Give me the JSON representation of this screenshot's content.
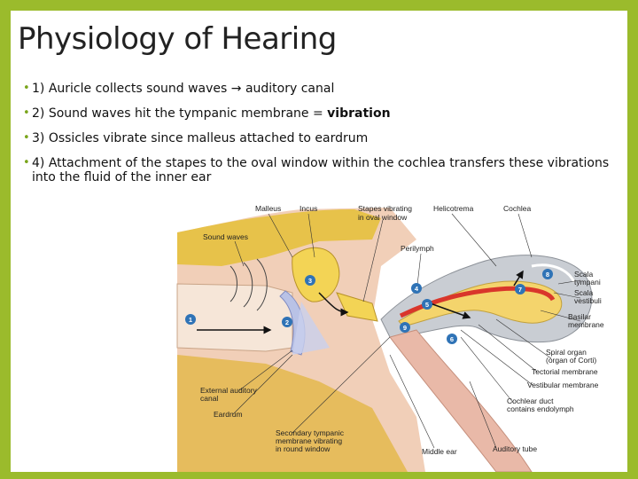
{
  "slide": {
    "title": "Physiology of Hearing",
    "bullets": [
      {
        "pre": "1) Auricle collects sound waves ",
        "arrow": "→",
        "post": " auditory canal"
      },
      {
        "pre": "2) Sound waves hit the tympanic membrane = ",
        "strong": "vibration"
      },
      {
        "pre": "3) Ossicles vibrate since malleus attached to eardrum"
      },
      {
        "pre": "4) Attachment of the stapes to the oval window within the cochlea transfers these vibrations into the fluid of the inner ear"
      }
    ]
  },
  "diagram": {
    "labels": {
      "malleus": "Malleus",
      "incus": "Incus",
      "stapes_1": "Stapes vibrating",
      "stapes_2": "in oval window",
      "helicotrema": "Helicotrema",
      "cochlea": "Cochlea",
      "sound_waves": "Sound waves",
      "perilymph": "Perilymph",
      "scala_tympani_1": "Scala",
      "scala_tympani_2": "tympani",
      "scala_vestibuli_1": "Scala",
      "scala_vestibuli_2": "vestibuli",
      "basilar_1": "Basilar",
      "basilar_2": "membrane",
      "spiral_1": "Spiral organ",
      "spiral_2": "(organ of Corti)",
      "tectorial": "Tectorial membrane",
      "vestibular": "Vestibular membrane",
      "external_1": "External auditory",
      "external_2": "canal",
      "eardrum": "Eardrum",
      "cochlear_duct_1": "Cochlear duct",
      "cochlear_duct_2": "contains endolymph",
      "secondary_1": "Secondary tympanic",
      "secondary_2": "membrane vibrating",
      "secondary_3": "in round window",
      "middle_ear": "Middle ear",
      "auditory_tube": "Auditory tube"
    },
    "step_numbers": [
      "1",
      "2",
      "3",
      "4",
      "5",
      "6",
      "7",
      "8",
      "9"
    ]
  },
  "colors": {
    "frame": "#9bbb2c",
    "bullet": "#7aa51b",
    "bone": "#e7c24a",
    "tissue": "#f1cfb8",
    "cochlea_outer": "#c9cdd3",
    "cochlea_red": "#d9362b",
    "badge": "#2f73b6"
  }
}
